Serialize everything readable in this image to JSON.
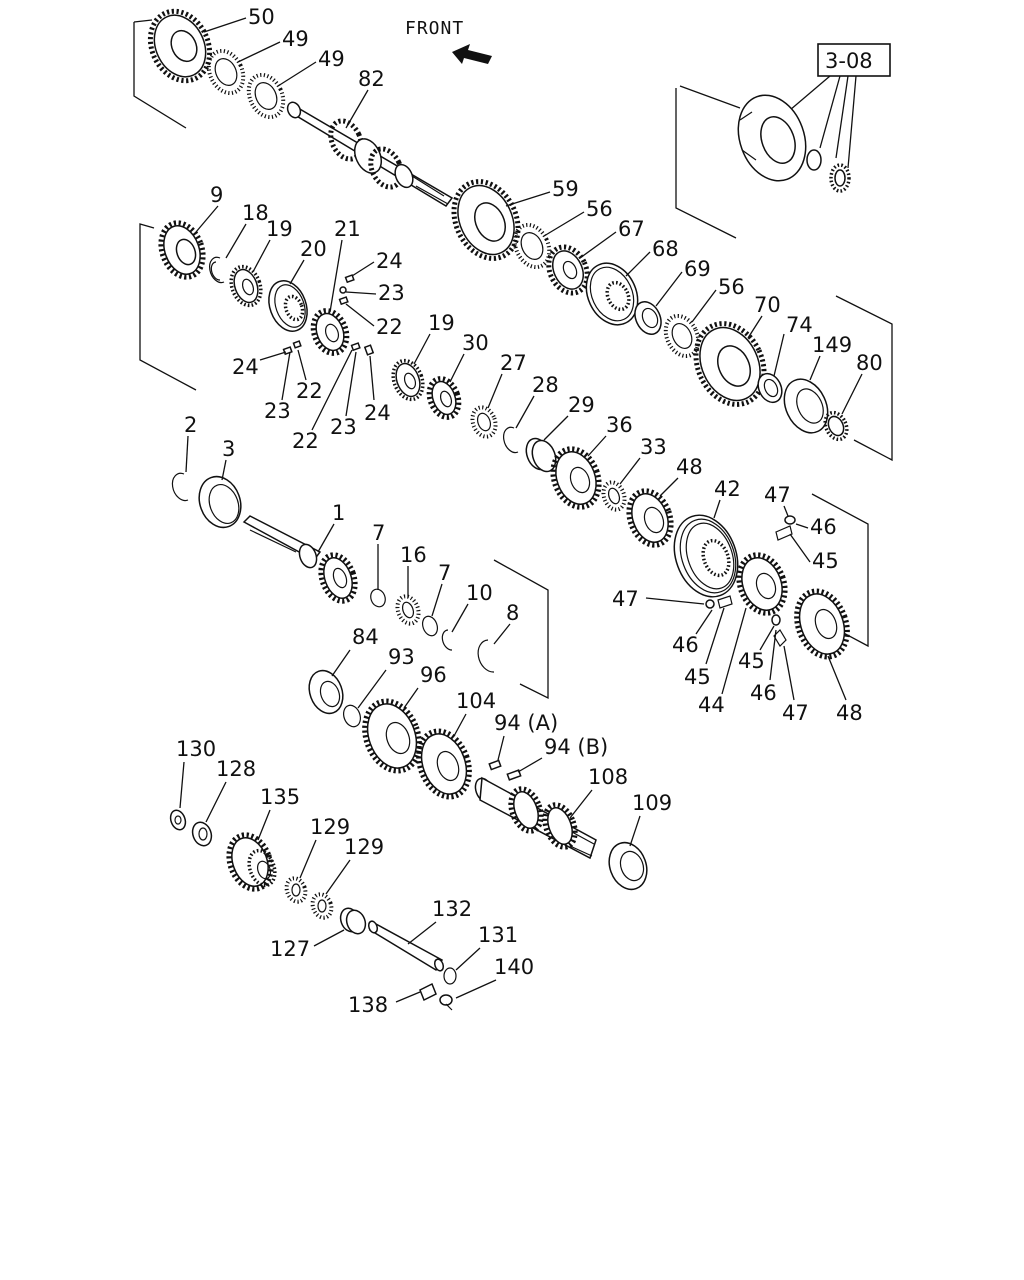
{
  "front_label": "FRONT",
  "ref_box": "3-08",
  "labels": {
    "p50": "50",
    "p49a": "49",
    "p49b": "49",
    "p82": "82",
    "p59": "59",
    "p56a": "56",
    "p67": "67",
    "p68": "68",
    "p69": "69",
    "p56b": "56",
    "p70": "70",
    "p74": "74",
    "p149": "149",
    "p80": "80",
    "p9": "9",
    "p18": "18",
    "p19a": "19",
    "p20": "20",
    "p21": "21",
    "p24a": "24",
    "p23a": "23",
    "p22a": "22",
    "p24b": "24",
    "p22b": "22",
    "p23b": "23",
    "p22c": "22",
    "p23c": "23",
    "p24c": "24",
    "p19b": "19",
    "p30": "30",
    "p27": "27",
    "p28": "28",
    "p29": "29",
    "p36": "36",
    "p33": "33",
    "p48a": "48",
    "p42": "42",
    "p47a": "47",
    "p46a": "46",
    "p45a": "45",
    "p2": "2",
    "p3": "3",
    "p1": "1",
    "p7a": "7",
    "p16": "16",
    "p7b": "7",
    "p10": "10",
    "p8": "8",
    "p47b": "47",
    "p46b": "46",
    "p45b": "45",
    "p44": "44",
    "p45c": "45",
    "p46c": "46",
    "p47c": "47",
    "p48b": "48",
    "p84": "84",
    "p93": "93",
    "p96": "96",
    "p104": "104",
    "p94a": "94 (A)",
    "p94b": "94 (B)",
    "p108": "108",
    "p109": "109",
    "p130": "130",
    "p128": "128",
    "p135": "135",
    "p129a": "129",
    "p129b": "129",
    "p127": "127",
    "p132": "132",
    "p131": "131",
    "p140": "140",
    "p138": "138"
  }
}
